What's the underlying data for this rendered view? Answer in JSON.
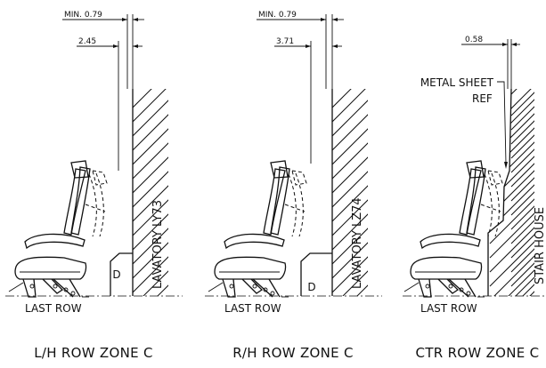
{
  "panels": [
    {
      "id": "lh",
      "min_dim": "MIN. 0.79",
      "clearance_dim": "2.45",
      "monument": "LAVATORY LY73",
      "door_label": "D",
      "row_label": "LAST ROW",
      "zone_label": "L/H ROW ZONE C"
    },
    {
      "id": "rh",
      "min_dim": "MIN. 0.79",
      "clearance_dim": "3.71",
      "monument": "LAVATORY LZ74",
      "door_label": "D",
      "row_label": "LAST ROW",
      "zone_label": "R/H ROW ZONE C"
    },
    {
      "id": "ctr",
      "clearance_dim": "0.58",
      "annotation_line1": "METAL SHEET",
      "annotation_line2": "REF",
      "monument": "STAIR HOUSE",
      "row_label": "LAST ROW",
      "zone_label": "CTR ROW ZONE C"
    }
  ]
}
